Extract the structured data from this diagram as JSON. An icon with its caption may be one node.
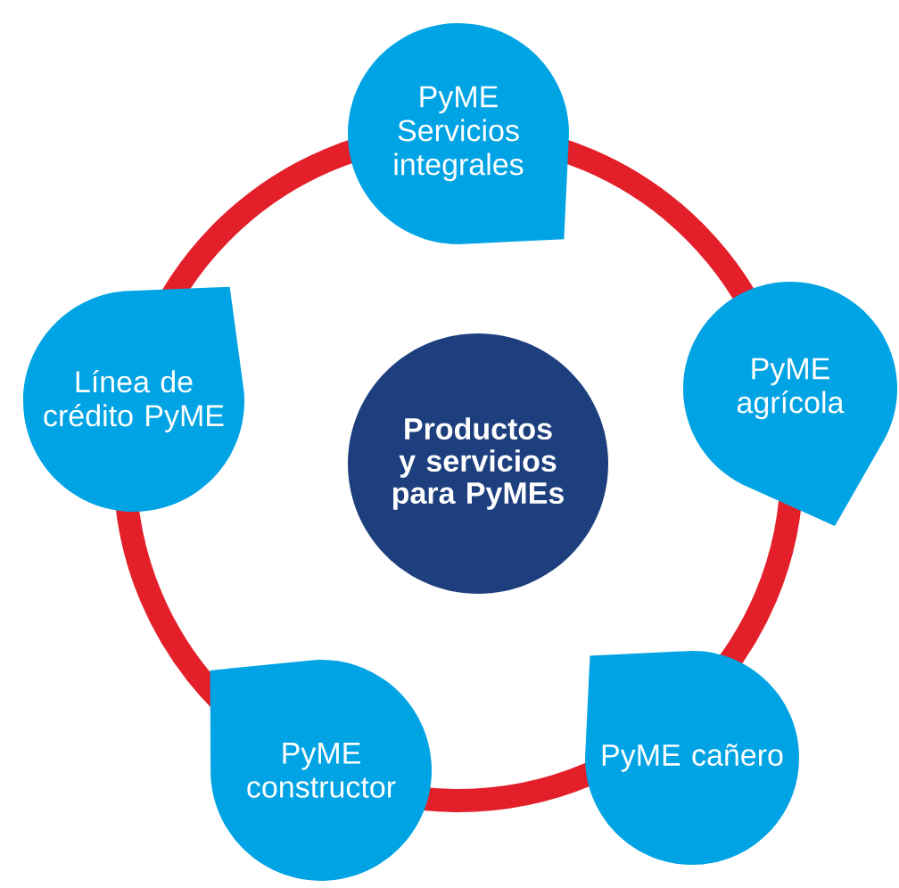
{
  "diagram": {
    "nodes": [
      {
        "text": [
          "Productos y servicios para PyMEs"
        ]
      },
      {
        "text": [
          "PyME Servicios integrales"
        ]
      },
      {
        "text": [
          "PyME agrícola"
        ]
      },
      {
        "text": [
          "PyME cañero"
        ]
      },
      {
        "text": [
          "PyME constructor"
        ]
      },
      {
        "text": [
          "Línea de crédito PyME"
        ]
      }
    ]
  }
}
